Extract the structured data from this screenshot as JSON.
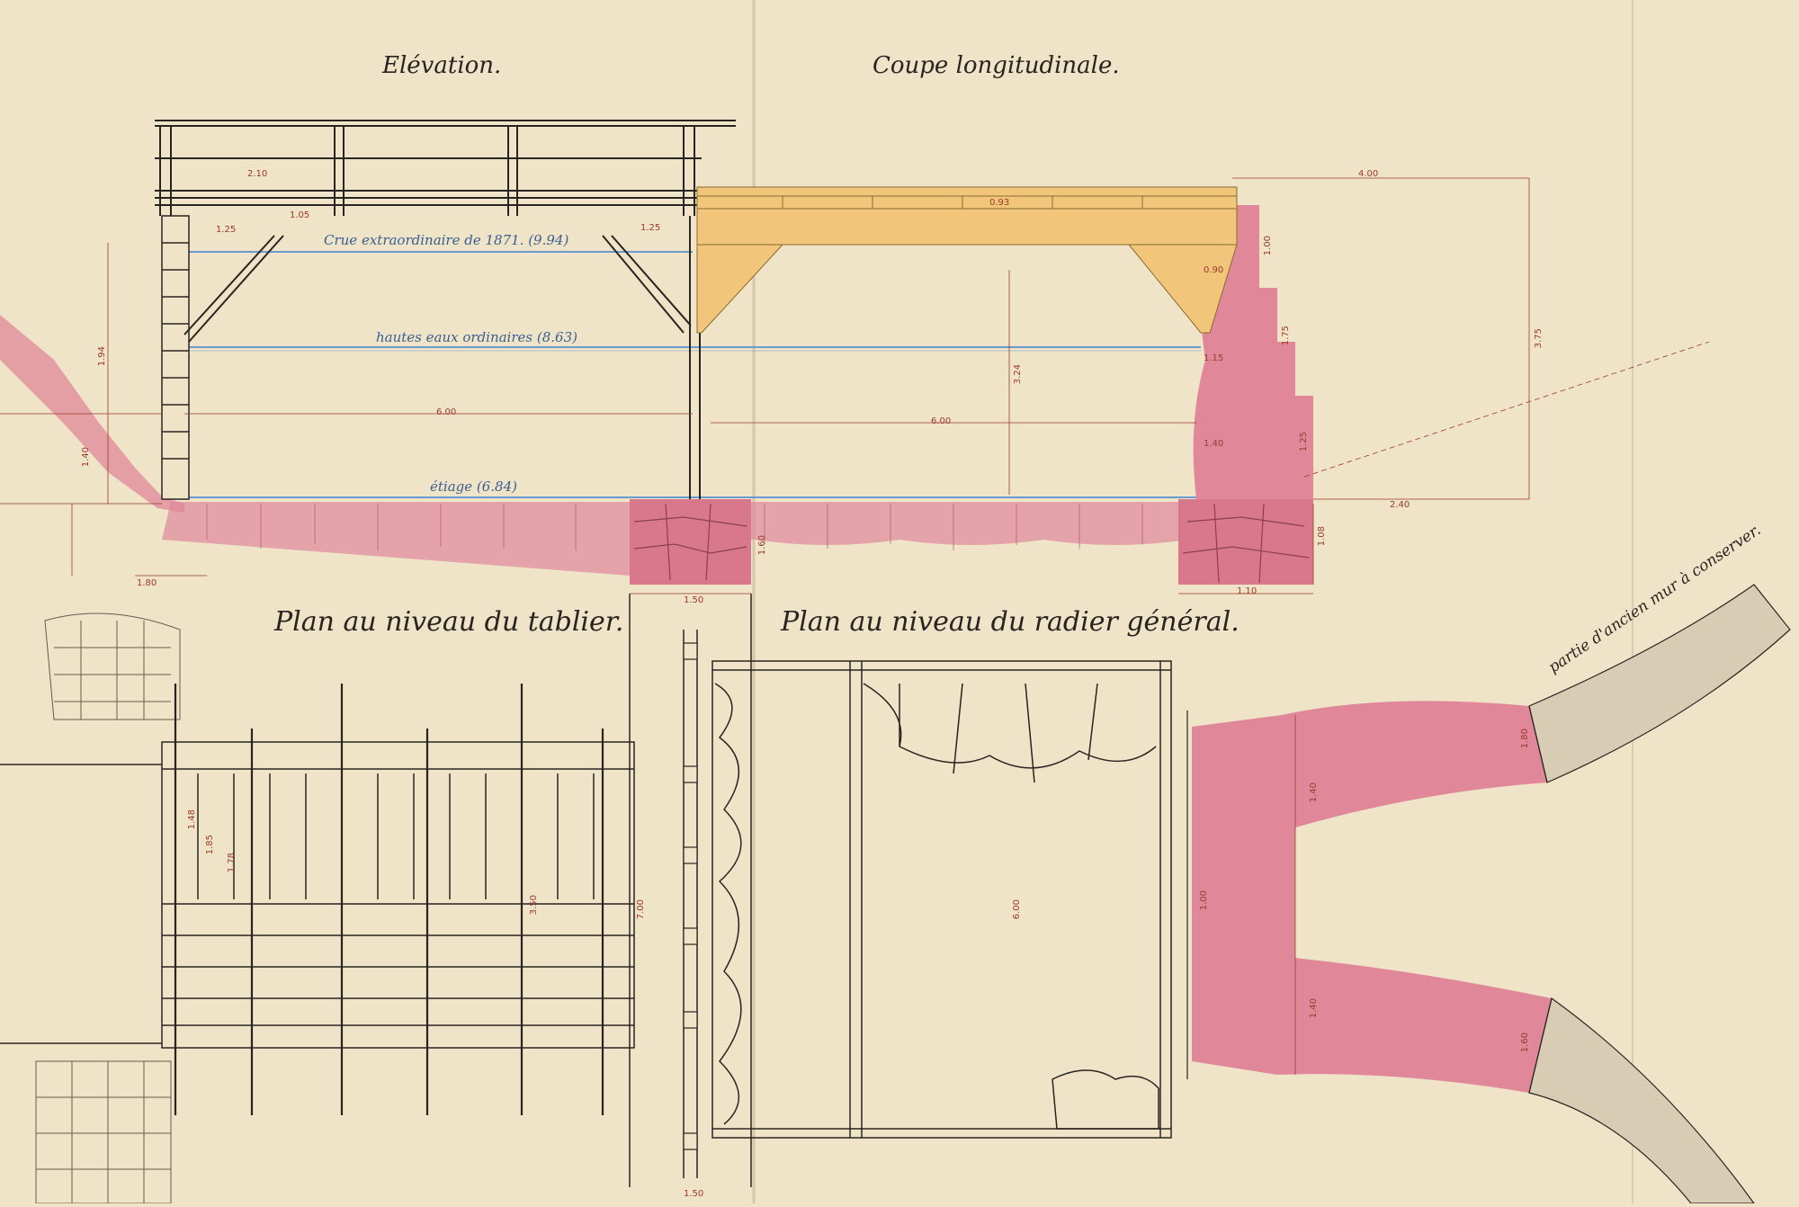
{
  "titles": {
    "elevation": "Elévation.",
    "coupe": "Coupe longitudinale.",
    "plan_tablier": "Plan au niveau du tablier.",
    "plan_radier": "Plan au niveau du radier général."
  },
  "water_levels": {
    "crue": "Crue extraordinaire de 1871. (9.94)",
    "hautes_eaux": "hautes eaux ordinaires (8.63)",
    "etiage": "étiage (6.84)"
  },
  "wall_note": "partie d'ancien mur à conserver.",
  "dimensions": {
    "d_2_10": "2.10",
    "d_1_05": "1.05",
    "d_1_25a": "1.25",
    "d_1_25b": "1.25",
    "d_0_93": "0.93",
    "d_6_00_elev": "6.00",
    "d_6_00_coupe": "6.00",
    "d_6_00_plan": "6.00",
    "d_4_00": "4.00",
    "d_2_40": "2.40",
    "d_3_75": "3.75",
    "d_3_24": "3.24",
    "d_0_90": "0.90",
    "d_1_15": "1.15",
    "d_1_40_wall": "1.40",
    "d_1_00": "1.00",
    "d_1_75": "1.75",
    "d_1_25_r": "1.25",
    "d_1_94": "1.94",
    "d_1_40a": "1.40",
    "d_1_80": "1.80",
    "d_1_50_top": "1.50",
    "d_1_50_bot": "1.50",
    "d_1_10": "1.10",
    "d_1_08": "1.08",
    "d_1_60": "1.60",
    "d_7_00": "7.00",
    "d_3_50": "3.50",
    "d_1_85": "1.85",
    "d_1_78": "1.78",
    "d_1_48": "1.48",
    "d_1_40_p1": "1.40",
    "d_1_40_p2": "1.40",
    "d_1_80_p": "1.80",
    "d_1_60_p": "1.60",
    "d_1_00_p": "1.00"
  },
  "colors": {
    "paper": "#efe3c8",
    "masonry": "#e0889a",
    "masonry_dark": "#c9667c",
    "timber": "#f1c57a",
    "water": "#6b9ad0",
    "ink": "#2a2420",
    "old_wall": "#d8ccb4"
  }
}
